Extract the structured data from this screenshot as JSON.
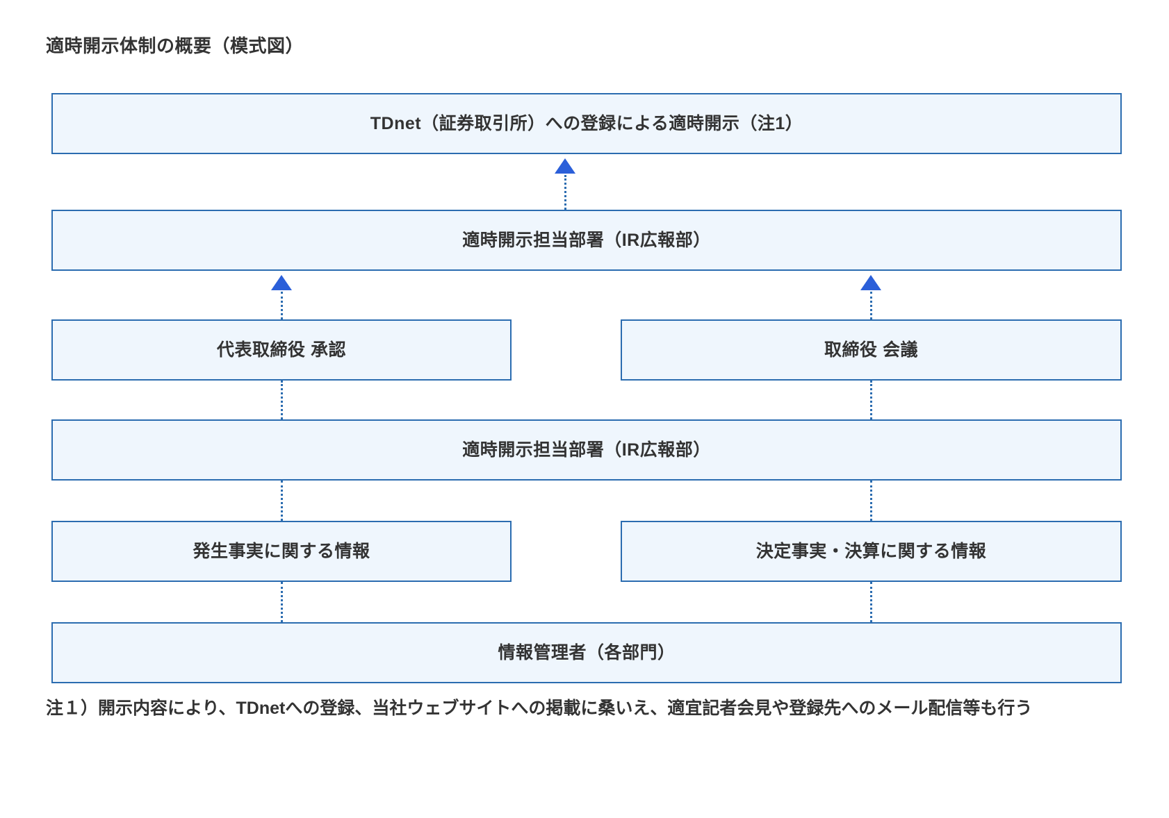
{
  "title": "適時開示体制の概要（模式図）",
  "nodes": {
    "tdnet": "TDnet（証券取引所）への登録による適時開示（注1）",
    "ir_department_upper": "適時開示担当部署（IR広報部）",
    "representative_director": "代表取締役 承認",
    "board_meeting": "取締役 会議",
    "ir_department_lower": "適時開示担当部署（IR広報部）",
    "occurrence_facts": "発生事実に関する情報",
    "decision_facts": "決定事実・決算に関する情報",
    "information_manager": "情報管理者（各部門）"
  },
  "footnote": "注１）開示内容により、TDnetへの登録、当社ウェブサイトへの掲載に桑いえ、適宜記者会見や登録先へのメール配信等も行う",
  "colors": {
    "box_fill": "#eff6fd",
    "box_border": "#2b6cb0",
    "arrow": "#2b5fd9",
    "text": "#333333",
    "background": "#ffffff"
  }
}
